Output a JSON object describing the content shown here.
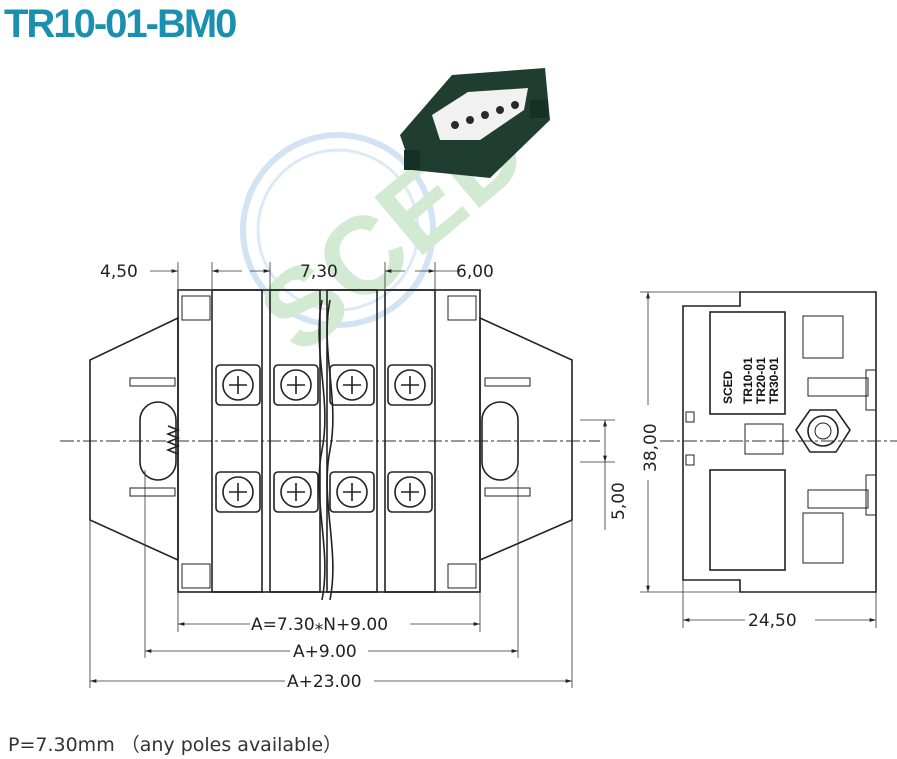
{
  "title": "TR10-01-BM0",
  "caption": "P=7.30mm （any poles available）",
  "dimensions": {
    "d1": "4,50",
    "d2": "7,30",
    "d3": "6,00",
    "height": "38,00",
    "small": "5,00",
    "width": "24,50",
    "a1": "A=7.30⁎N+9.00",
    "a2": "A+9.00",
    "a3": "A+23.00"
  },
  "label": {
    "brand": "SCED",
    "line1": "TR10-01",
    "line2": "TR20-01",
    "line3": "TR30-01"
  },
  "watermark": "SCED"
}
